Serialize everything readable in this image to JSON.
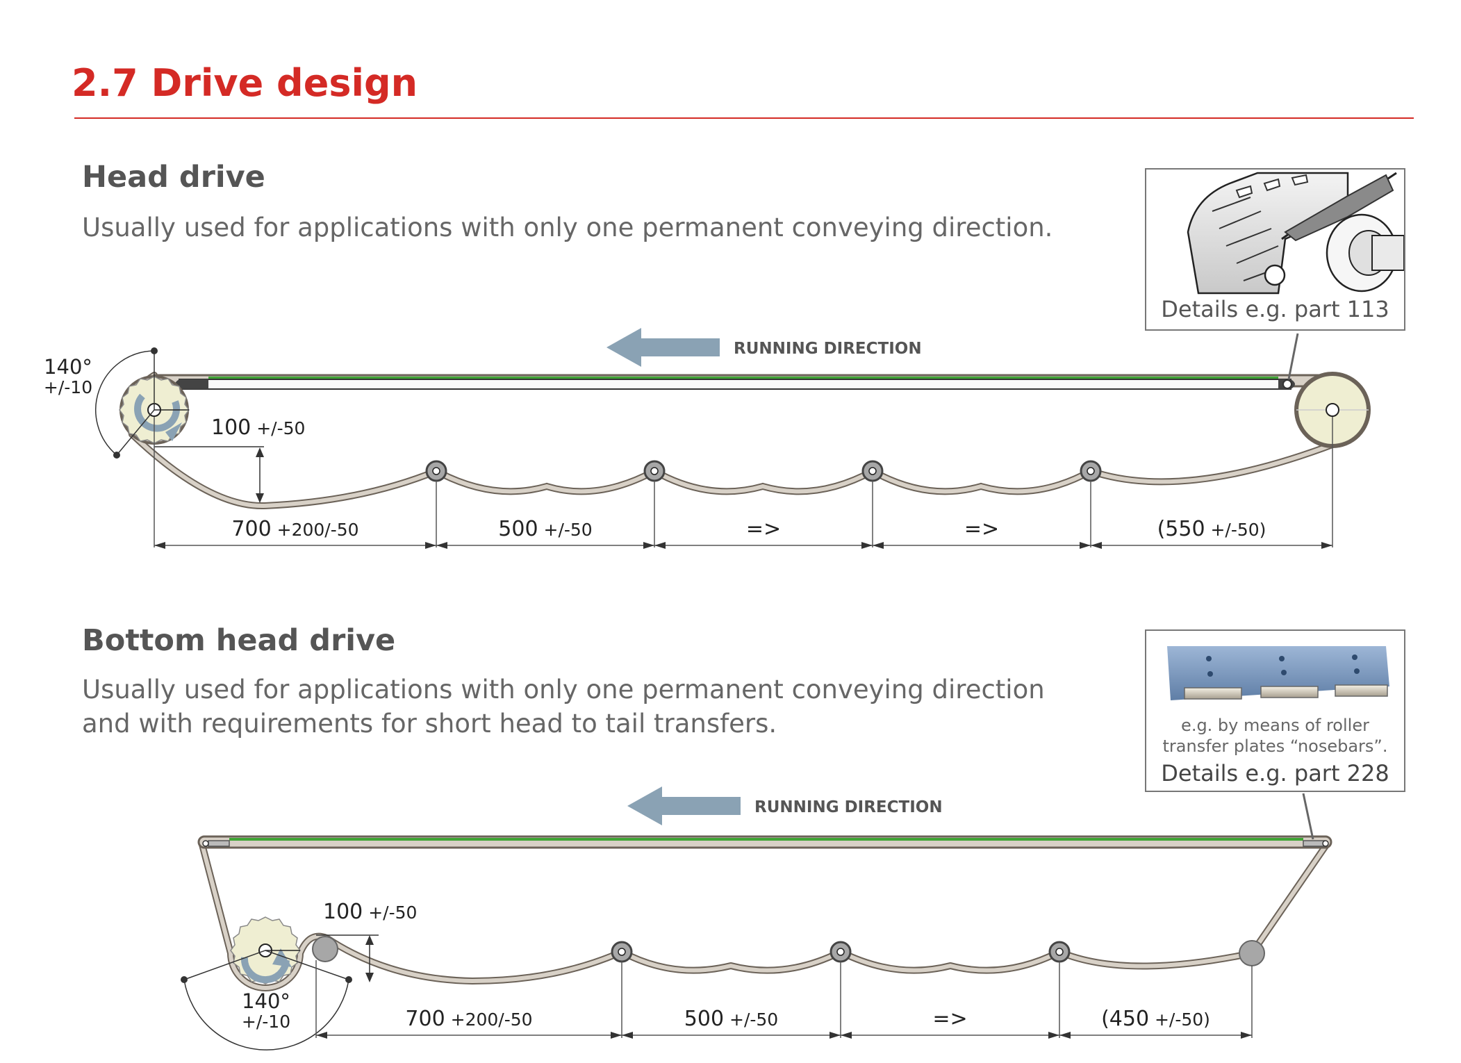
{
  "page": {
    "title": "2.7  Drive design"
  },
  "head_drive": {
    "title": "Head drive",
    "description": "Usually used for applications with only one permanent conveying direction.",
    "detail_caption": "Details e.g. part 113",
    "running_direction": "RUNNING DIRECTION",
    "angle_value": "140°",
    "angle_tolerance": "+/-10",
    "sag_main": "100",
    "sag_tol": " +/-50",
    "dimensions": [
      {
        "main": "700",
        "tol": " +200/-50"
      },
      {
        "main": "500",
        "tol": " +/-50"
      },
      {
        "main": "=>",
        "tol": ""
      },
      {
        "main": "=>",
        "tol": ""
      },
      {
        "main": "(550",
        "tol": " +/-50)"
      }
    ]
  },
  "bottom_head_drive": {
    "title": "Bottom head drive",
    "description_line1": "Usually used for applications with only one permanent conveying direction",
    "description_line2": "and with requirements for short head to tail transfers.",
    "detail_note_line1": "e.g. by means of roller",
    "detail_note_line2": "transfer plates “nosebars”.",
    "detail_caption": "Details e.g. part 228",
    "running_direction": "RUNNING DIRECTION",
    "angle_value": "140°",
    "angle_tolerance": "+/-10",
    "sag_main": "100",
    "sag_tol": " +/-50",
    "dimensions": [
      {
        "main": "700",
        "tol": " +200/-50"
      },
      {
        "main": "500",
        "tol": " +/-50"
      },
      {
        "main": "=>",
        "tol": ""
      },
      {
        "main": "(450",
        "tol": " +/-50)"
      }
    ]
  },
  "colors": {
    "accent_red": "#d42a25",
    "arrow_blue": "#8aa2b4",
    "belt_green": "#3fa535",
    "sprocket_fill": "#efeed2",
    "belt_fill": "#d8d1c7"
  }
}
